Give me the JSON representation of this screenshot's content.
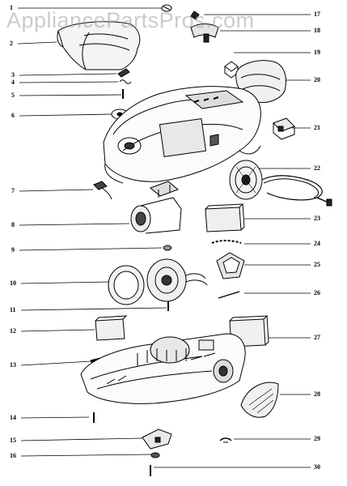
{
  "watermark": "AppliancePartsPros.com",
  "colors": {
    "ink": "#000000",
    "watermark": "#a0a0a0",
    "background": "#ffffff"
  },
  "callouts": {
    "c1": "1",
    "c2": "2",
    "c3": "3",
    "c4": "4",
    "c5": "5",
    "c6": "6",
    "c7": "7",
    "c8": "8",
    "c9": "9",
    "c10": "10",
    "c11": "11",
    "c12": "12",
    "c13": "13",
    "c14": "14",
    "c15": "15",
    "c16": "16",
    "c17": "17",
    "c18": "18",
    "c19": "19",
    "c20": "20",
    "c21": "21",
    "c22": "22",
    "c23": "23",
    "c24": "24",
    "c25": "25",
    "c26": "26",
    "c27": "27",
    "c28": "28",
    "c29": "29",
    "c30": "30"
  }
}
